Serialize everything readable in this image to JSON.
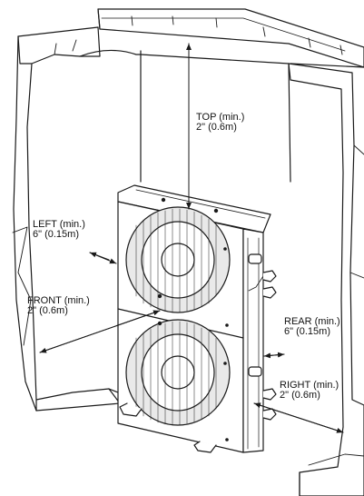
{
  "diagram": {
    "labels": {
      "top": {
        "line1": "TOP (min.)",
        "line2": "2\" (0.6m)"
      },
      "left": {
        "line1": "LEFT (min.)",
        "line2": "6\" (0.15m)"
      },
      "front": {
        "line1": "FRONT (min.)",
        "line2": "2\" (0.6m)"
      },
      "rear": {
        "line1": "REAR (min.)",
        "line2": "6\" (0.15m)"
      },
      "right": {
        "line1": "RIGHT (min.)",
        "line2": "2\" (0.6m)"
      }
    },
    "colors": {
      "line": "#1a1a1a",
      "fill": "#ffffff",
      "shade": "#e6e6e6"
    }
  }
}
